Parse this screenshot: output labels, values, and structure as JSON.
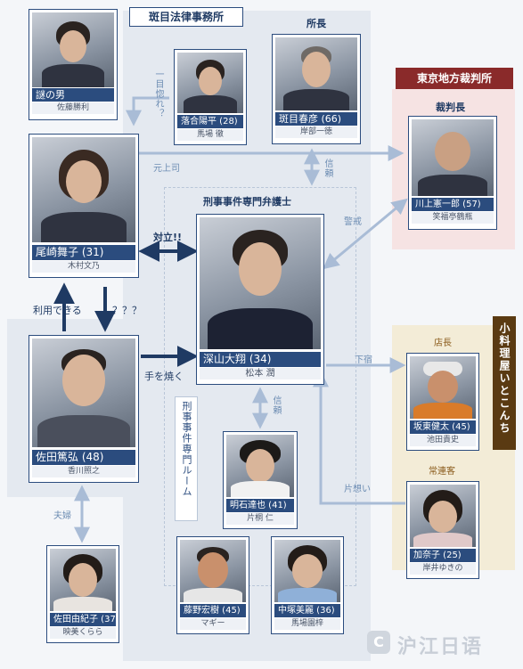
{
  "groups": {
    "law_firm": "斑目法律事務所",
    "criminal_lawyer": "刑事事件専門弁護士",
    "criminal_room": "刑事事件専門ルーム",
    "court": "東京地方裁判所",
    "restaurant": "小料理屋いとこんち"
  },
  "roles": {
    "director": "所長",
    "judge": "裁判長",
    "manager": "店長",
    "regular": "常連客"
  },
  "relations": {
    "ichimoku": "一目惚れ？",
    "former_boss": "元上司",
    "trust1": "信頼",
    "trust2": "信頼",
    "caution": "警戒",
    "conflict": "対立!!",
    "use": "利用できる",
    "qqq": "？？？",
    "help": "手を焼く",
    "lodge": "下宿",
    "couple": "夫婦",
    "crush": "片想い"
  },
  "people": {
    "nazo": {
      "name": "謎の男",
      "actor": "佐藤勝利"
    },
    "ochiai": {
      "name": "落合陽平 (28)",
      "actor": "馬場 徹"
    },
    "madarame": {
      "name": "斑目春彦 (66)",
      "actor": "岸部一徳"
    },
    "kawakami": {
      "name": "川上憲一郎 (57)",
      "actor": "笑福亭鶴瓶"
    },
    "ozaki": {
      "name": "尾崎舞子 (31)",
      "actor": "木村文乃"
    },
    "miyama": {
      "name": "深山大翔 (34)",
      "actor": "松本 潤"
    },
    "sada": {
      "name": "佐田篤弘 (48)",
      "actor": "香川照之"
    },
    "bando": {
      "name": "坂東健太 (45)",
      "actor": "池田貴史"
    },
    "akashi": {
      "name": "明石達也 (41)",
      "actor": "片桐 仁"
    },
    "kanako": {
      "name": "加奈子 (25)",
      "actor": "岸井ゆきの"
    },
    "yukiko": {
      "name": "佐田由紀子 (37)",
      "actor": "映美くらら"
    },
    "fujino": {
      "name": "藤野宏樹 (45)",
      "actor": "マギー"
    },
    "nakatsuka": {
      "name": "中塚美麗 (36)",
      "actor": "馬場園梓"
    }
  },
  "watermark": "沪江日语",
  "colors": {
    "navy": "#2b4c7e",
    "light_blue": "#6d8db3",
    "court_red": "#8a2a2a",
    "restaurant_brown": "#5a3a12"
  }
}
